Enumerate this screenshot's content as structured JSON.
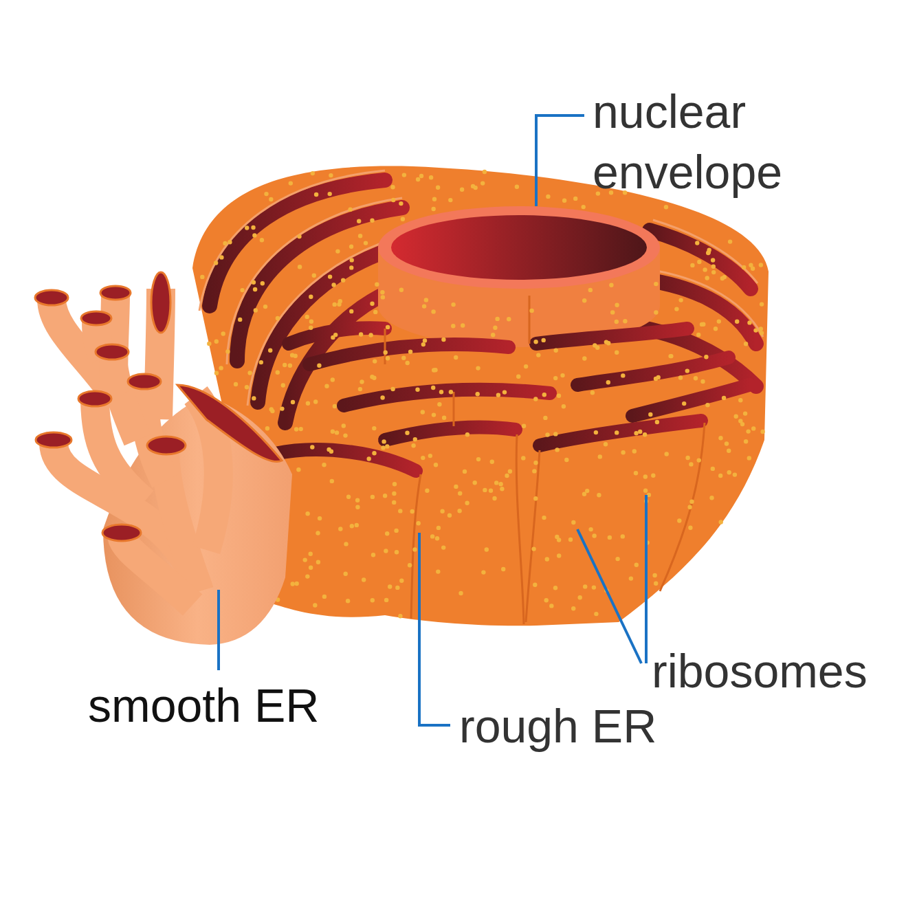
{
  "diagram": {
    "labels": [
      "nuclear envelope",
      "smooth ER",
      "rough ER",
      "ribosomes"
    ]
  }
}
